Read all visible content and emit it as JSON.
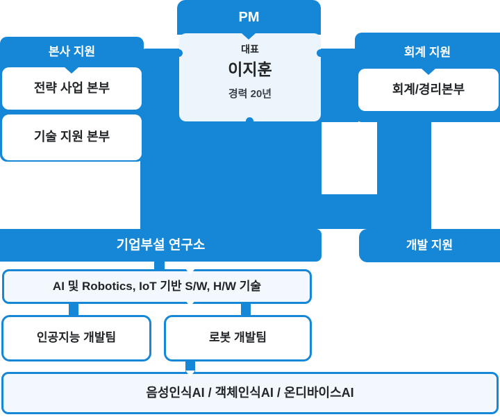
{
  "palette": {
    "blue": "#1587D6",
    "card_bg": "#ECF5FB",
    "light_box_bg": "#F2F8FD",
    "white": "#FFFFFF",
    "text_dark": "#222527",
    "text_gray": "#3A4046"
  },
  "pm": {
    "header": "PM",
    "role": "대표",
    "name": "이지훈",
    "career": "경력 20년"
  },
  "hq_panel": {
    "title": "본사 지원",
    "items": [
      "전략 사업 본부",
      "기술 지원 본부"
    ]
  },
  "accounting_panel": {
    "title": "회계 지원",
    "items": [
      "회계/경리본부"
    ]
  },
  "research": {
    "title": "기업부설 연구소",
    "tech_box": "AI 및 Robotics, IoT 기반 S/W, H/W 기술",
    "teams": [
      "인공지능 개발팀",
      "로봇 개발팀"
    ],
    "bottom_box": "음성인식AI / 객체인식AI / 온디바이스AI"
  },
  "dev_badge": {
    "title": "개발 지원"
  }
}
